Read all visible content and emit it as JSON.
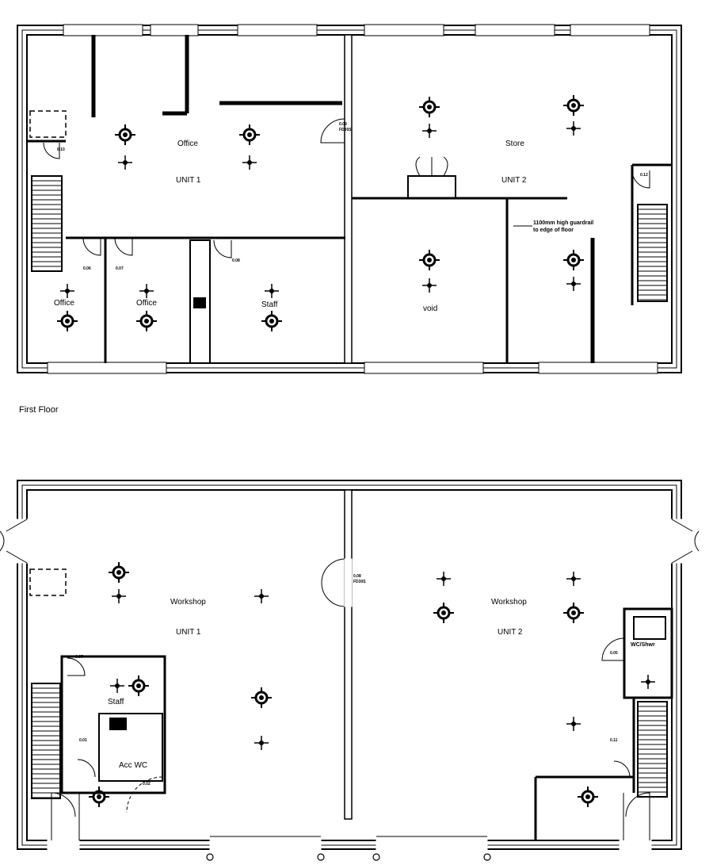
{
  "first_floor": {
    "caption": "First Floor",
    "unit1": {
      "room_main": "Office",
      "unit_label": "UNIT 1",
      "room_office_a": "Office",
      "room_office_b": "Office",
      "room_staff": "Staff"
    },
    "unit2": {
      "room_main": "Store",
      "unit_label": "UNIT 2",
      "room_void": "void",
      "guardrail_note_line1": "1100mm high guardrail",
      "guardrail_note_line2": "to edge of floor"
    },
    "door_tags": [
      "0.10",
      "0.06",
      "0.07",
      "0.08",
      "0.09",
      "0.12"
    ],
    "door_spec": "FD30S"
  },
  "ground_floor": {
    "unit1": {
      "room_main": "Workshop",
      "unit_label": "UNIT 1",
      "room_staff": "Staff",
      "room_wc": "Acc  WC"
    },
    "unit2": {
      "room_main": "Workshop",
      "unit_label": "UNIT 2",
      "room_wc": "WC/Shwr"
    },
    "door_tags": [
      "0.07",
      "0.01",
      "0.02",
      "0.05",
      "0.11",
      "0.08"
    ],
    "door_spec": "FD30S"
  }
}
